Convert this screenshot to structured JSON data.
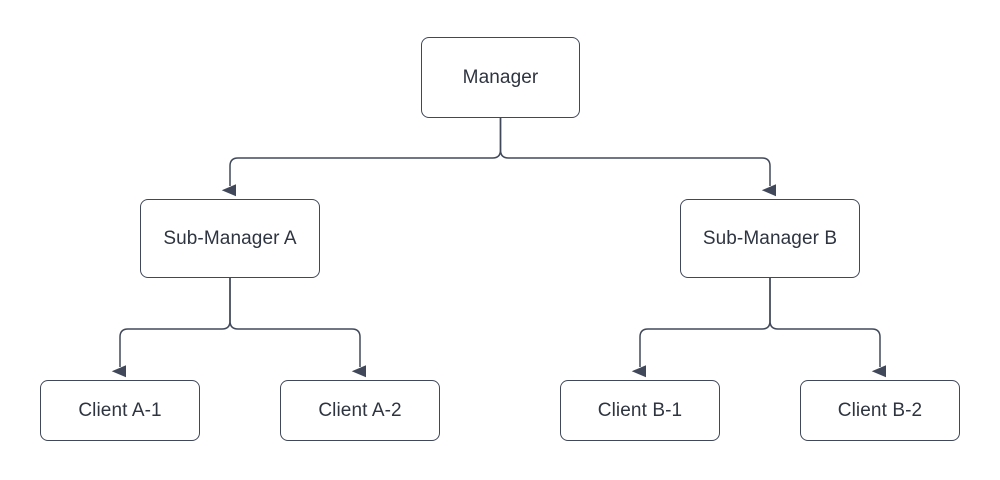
{
  "diagram": {
    "type": "hierarchy-tree",
    "orientation": "top-down",
    "background_color": "#ffffff",
    "stroke_color": "#40485a",
    "text_color": "#2e3440",
    "node_fill": "#ffffff",
    "nodes": {
      "root": {
        "label": "Manager",
        "level": 0
      },
      "sub_a": {
        "label": "Sub-Manager A",
        "level": 1
      },
      "sub_b": {
        "label": "Sub-Manager B",
        "level": 1
      },
      "leaf_a1": {
        "label": "Client A-1",
        "level": 2
      },
      "leaf_a2": {
        "label": "Client A-2",
        "level": 2
      },
      "leaf_b1": {
        "label": "Client B-1",
        "level": 2
      },
      "leaf_b2": {
        "label": "Client B-2",
        "level": 2
      }
    },
    "edges": [
      {
        "from": "Manager",
        "to": "Sub-Manager A",
        "arrow": "to"
      },
      {
        "from": "Manager",
        "to": "Sub-Manager B",
        "arrow": "to"
      },
      {
        "from": "Sub-Manager A",
        "to": "Client A-1",
        "arrow": "to"
      },
      {
        "from": "Sub-Manager A",
        "to": "Client A-2",
        "arrow": "to"
      },
      {
        "from": "Sub-Manager B",
        "to": "Client B-1",
        "arrow": "to"
      },
      {
        "from": "Sub-Manager B",
        "to": "Client B-2",
        "arrow": "to"
      }
    ]
  }
}
